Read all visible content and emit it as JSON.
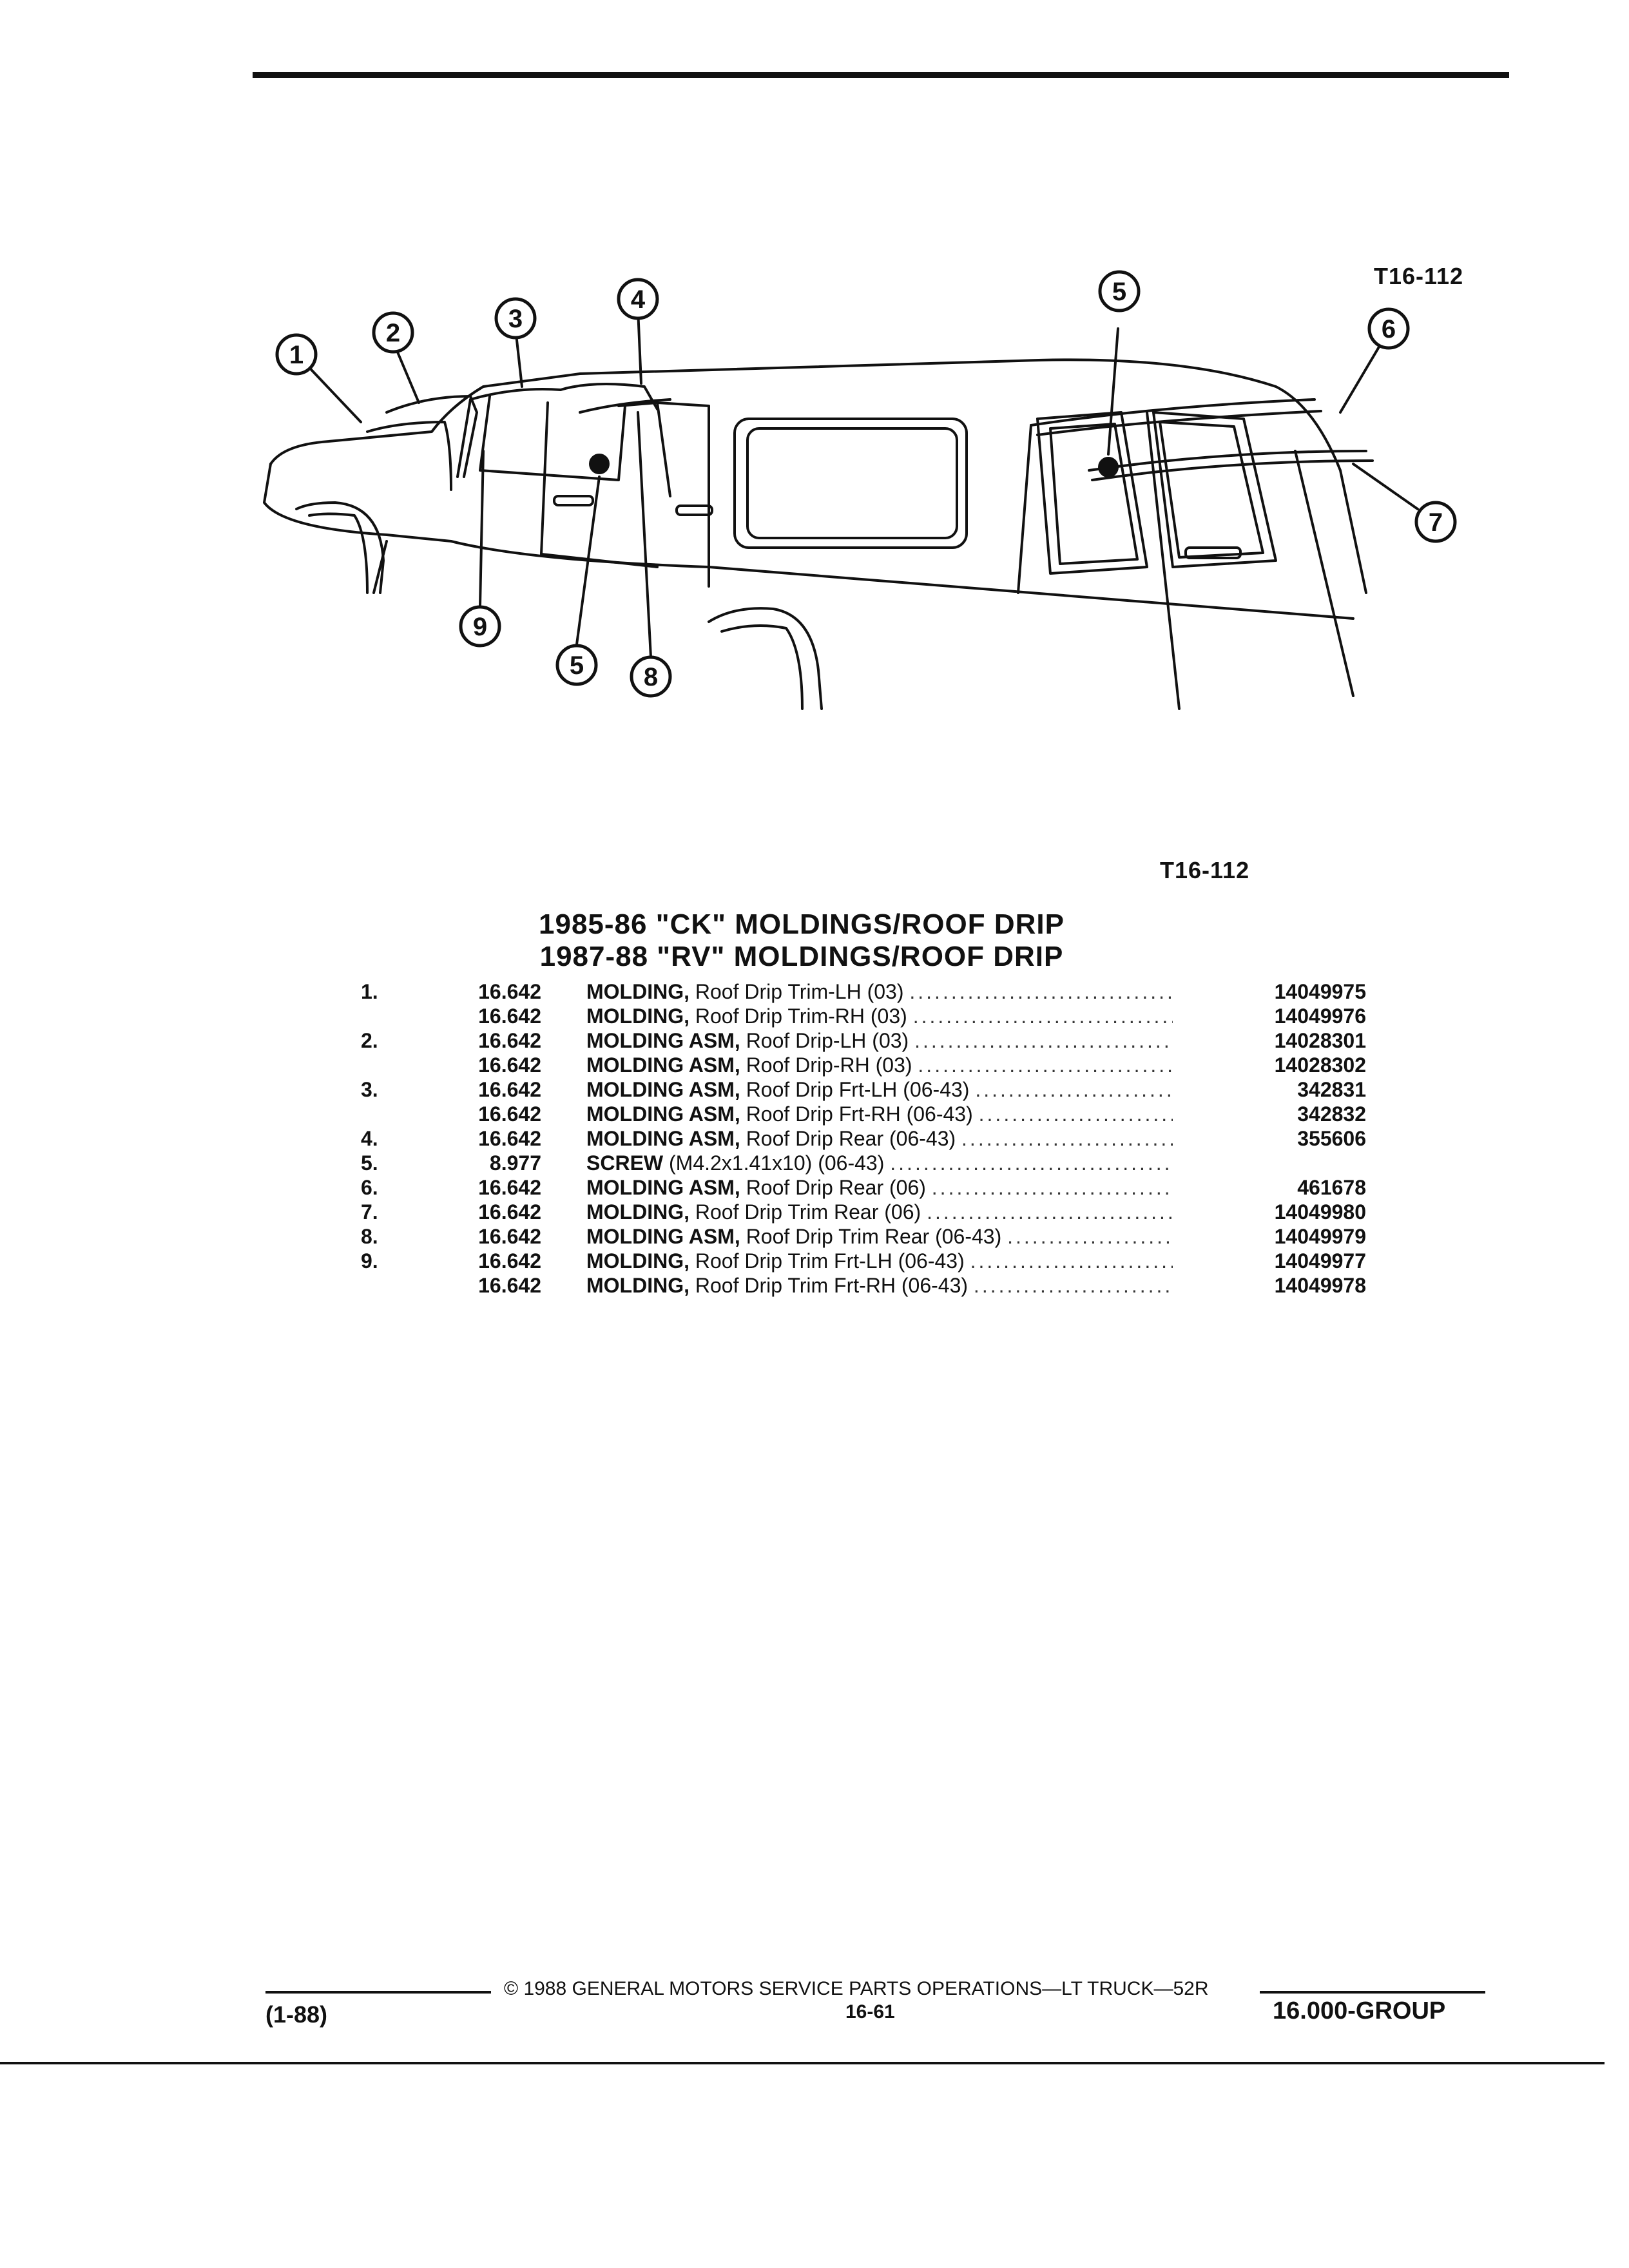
{
  "figure": {
    "code_top": "T16-112",
    "code_bottom": "T16-112",
    "callouts": [
      "1",
      "2",
      "3",
      "4",
      "5",
      "6",
      "7",
      "9",
      "5",
      "8"
    ]
  },
  "titles": {
    "line1": "1985-86 \"CK\" MOLDINGS/ROOF DRIP",
    "line2": "1987-88 \"RV\" MOLDINGS/ROOF DRIP"
  },
  "parts": [
    {
      "num": "1.",
      "group": "16.642",
      "name": "MOLDING,",
      "desc": "Roof Drip Trim-LH (03)",
      "part": "14049975"
    },
    {
      "num": "",
      "group": "16.642",
      "name": "MOLDING,",
      "desc": "Roof Drip Trim-RH (03)",
      "part": "14049976"
    },
    {
      "num": "2.",
      "group": "16.642",
      "name": "MOLDING ASM,",
      "desc": "Roof Drip-LH (03)",
      "part": "14028301"
    },
    {
      "num": "",
      "group": "16.642",
      "name": "MOLDING ASM,",
      "desc": "Roof Drip-RH (03)",
      "part": "14028302"
    },
    {
      "num": "3.",
      "group": "16.642",
      "name": "MOLDING ASM,",
      "desc": "Roof Drip Frt-LH (06-43)",
      "part": "342831"
    },
    {
      "num": "",
      "group": "16.642",
      "name": "MOLDING ASM,",
      "desc": "Roof Drip Frt-RH (06-43)",
      "part": "342832"
    },
    {
      "num": "4.",
      "group": "16.642",
      "name": "MOLDING ASM,",
      "desc": "Roof Drip Rear (06-43)",
      "part": "355606"
    },
    {
      "num": "5.",
      "group": "8.977",
      "name": "SCREW",
      "desc": "(M4.2x1.41x10) (06-43)",
      "part": ""
    },
    {
      "num": "6.",
      "group": "16.642",
      "name": "MOLDING ASM,",
      "desc": "Roof Drip Rear (06)",
      "part": "461678"
    },
    {
      "num": "7.",
      "group": "16.642",
      "name": "MOLDING,",
      "desc": "Roof Drip Trim Rear (06)",
      "part": "14049980"
    },
    {
      "num": "8.",
      "group": "16.642",
      "name": "MOLDING ASM,",
      "desc": "Roof Drip Trim Rear (06-43)",
      "part": "14049979"
    },
    {
      "num": "9.",
      "group": "16.642",
      "name": "MOLDING,",
      "desc": "Roof Drip Trim Frt-LH (06-43)",
      "part": "14049977"
    },
    {
      "num": "",
      "group": "16.642",
      "name": "MOLDING,",
      "desc": "Roof Drip Trim Frt-RH (06-43)",
      "part": "14049978"
    }
  ],
  "footer": {
    "date": "(1-88)",
    "copyright": "© 1988 GENERAL MOTORS SERVICE PARTS OPERATIONS—LT TRUCK—52R",
    "page": "16-61",
    "group": "16.000-GROUP"
  }
}
